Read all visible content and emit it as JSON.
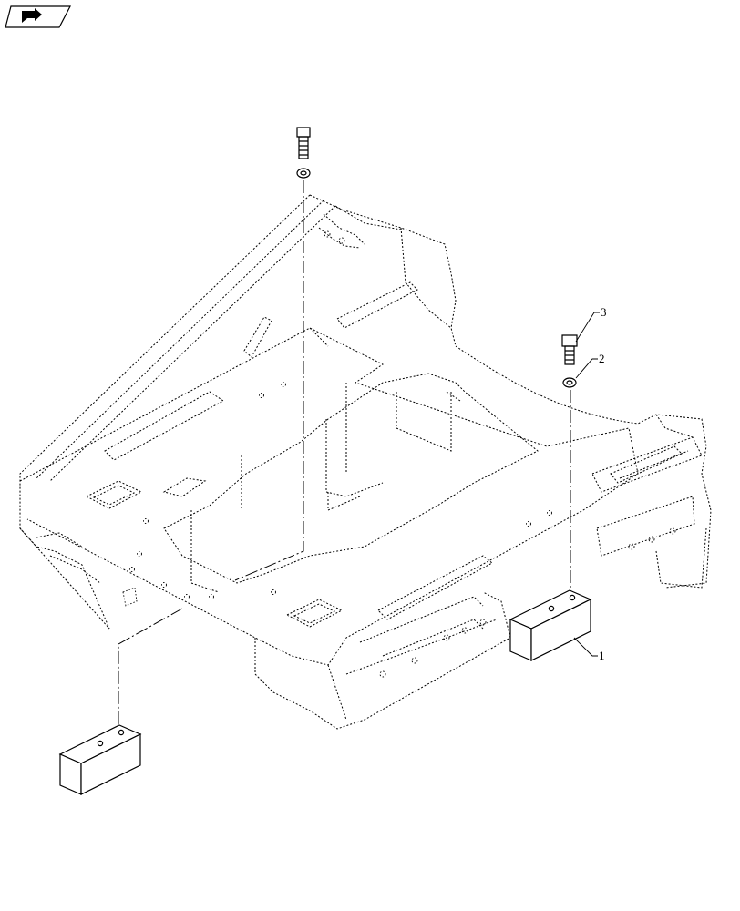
{
  "callouts": [
    {
      "id": "1",
      "label": "1"
    },
    {
      "id": "2",
      "label": "2"
    },
    {
      "id": "3",
      "label": "3"
    }
  ],
  "icons": {
    "corner_badge": "view-direction-icon"
  }
}
